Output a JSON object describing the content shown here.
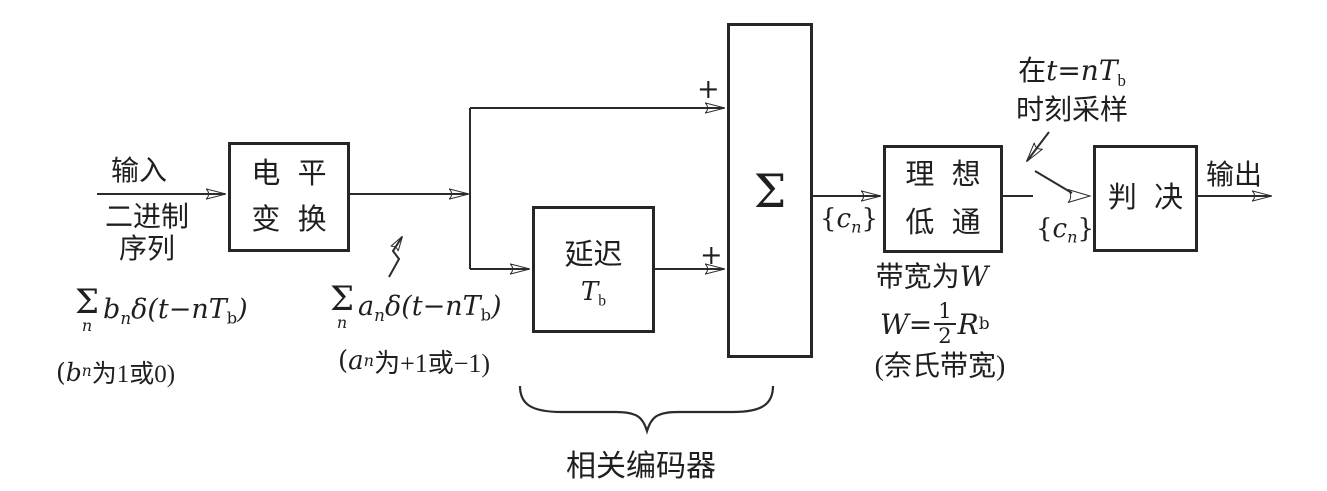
{
  "labels": {
    "input_line1": "输入",
    "input_line2": "二进制",
    "input_line3": "序列",
    "output": "输出",
    "plus_top": "+",
    "plus_bottom": "+",
    "brace_label": "相关编码器",
    "sampling_line1_prefix": "在",
    "sampling_line1_math": "t=nT",
    "sampling_line1_sub": "b",
    "sampling_line2": "时刻采样"
  },
  "boxes": {
    "level": {
      "line1": "电 平",
      "line2": "变 换"
    },
    "delay": {
      "line1": "延迟",
      "sym": "T",
      "sym_sub": "b"
    },
    "sum": {
      "sym": "Σ"
    },
    "lowpass": {
      "line1": "理 想",
      "line2": "低 通"
    },
    "decision": {
      "label": "判 决"
    }
  },
  "formulas": {
    "b": {
      "sigma": "Σ",
      "sigma_sub": "n",
      "var": "b",
      "var_sub": "n",
      "mid": "δ(t−nT",
      "mid_sub": "b",
      "close": ")"
    },
    "b_note": {
      "open": "(",
      "var": "b",
      "var_sub": "n",
      "rest": "为1或0)"
    },
    "a": {
      "sigma": "Σ",
      "sigma_sub": "n",
      "var": "a",
      "var_sub": "n",
      "mid": "δ(t−nT",
      "mid_sub": "b",
      "close": ")"
    },
    "a_note": {
      "open": "(",
      "var": "a",
      "var_sub": "n",
      "rest": "为+1或−1)"
    },
    "cn1": {
      "open": "{",
      "var": "c",
      "var_sub": "n",
      "close": "}"
    },
    "cn2": {
      "open": "{",
      "var": "c",
      "var_sub": "n",
      "close": "}"
    },
    "w1": {
      "prefix": "带宽为",
      "var": "W"
    },
    "w2": {
      "var": "W",
      "eq": "=",
      "num": "1",
      "den": "2",
      "r": "R",
      "r_sub": "b"
    },
    "w3": "(奈氏带宽)"
  },
  "colors": {
    "ink": "#1f1f1f",
    "background": "#ffffff",
    "line": "#2b2b2b"
  }
}
